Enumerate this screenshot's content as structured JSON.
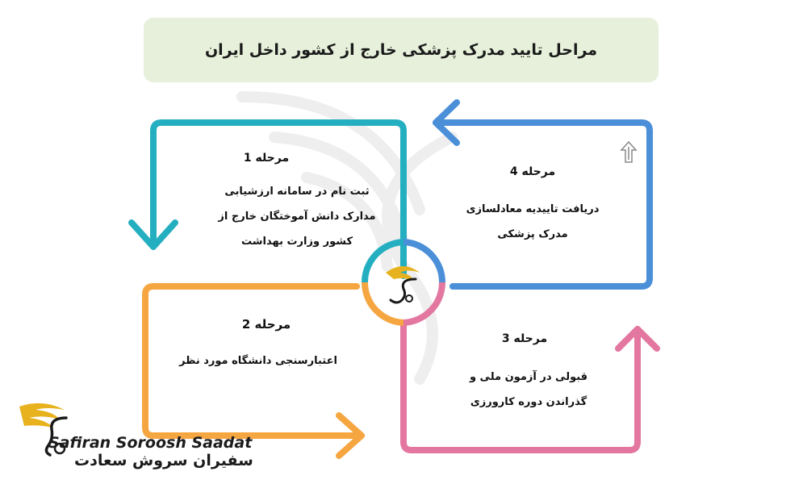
{
  "title": "مراحل تایید مدرک پزشکی خارج از کشور داخل ایران",
  "stages": [
    {
      "label": "مرحله 1",
      "text_lines": [
        "ثبت نام در سامانه ارزشیابی",
        "مدارک دانش آموختگان خارج از",
        "کشور وزارت بهداشت"
      ],
      "color": "#24afc1"
    },
    {
      "label": "مرحله 2",
      "text_lines": [
        "اعتبارسنجی دانشگاه مورد نظر"
      ],
      "color": "#f6a641"
    },
    {
      "label": "مرحله 3",
      "text_lines": [
        "قبولی در آزمون ملی و",
        "گذراندن دوره کارورزی"
      ],
      "color": "#e3779f"
    },
    {
      "label": "مرحله 4",
      "text_lines": [
        "دریافت تاییدیه معادلسازی",
        "مدرک پزشکی"
      ],
      "color": "#4a8fd8"
    }
  ],
  "brand": {
    "name_en": "Safiran Soroosh Saadat",
    "name_fa": "سفیران سروش سعادت",
    "gold": "#e7b21d",
    "icon": "winged-s-logo"
  }
}
